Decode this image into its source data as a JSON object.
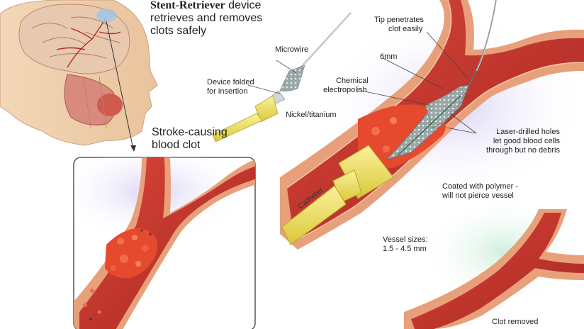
{
  "title": {
    "bold": "Stent-Retriever",
    "rest": " device",
    "line2": "retrieves and removes",
    "line3": "clots safely"
  },
  "labels": {
    "microwire": "Microwire",
    "device_folded_1": "Device folded",
    "device_folded_2": "for insertion",
    "nickel_titanium": "Nickel/titanium",
    "stroke_clot_1": "Stroke-causing",
    "stroke_clot_2": "blood clot",
    "tip_1": "Tip penetrates",
    "tip_2": "clot easily",
    "six_mm": "6mm",
    "chemical_1": "Chemical",
    "chemical_2": "electropolish",
    "laser_1": "Laser-drilled holes",
    "laser_2": "let good blood cells",
    "laser_3": "through but no debris",
    "coated_1": "Coated with polymer -",
    "coated_2": "will not pierce vessel",
    "vessel_1": "Vessel sizes:",
    "vessel_2": "1.5 - 4.5 mm",
    "catheter": "Catheter",
    "clot_removed": "Clot removed"
  },
  "colors": {
    "vessel": "#c8322c",
    "vessel_wall": "#e8a07a",
    "clot": "#e0452a",
    "catheter": "#f2e35a",
    "stent": "#8a9a9c",
    "glow_purple": "#d8d0f4",
    "glow_green": "#cfeedd"
  }
}
